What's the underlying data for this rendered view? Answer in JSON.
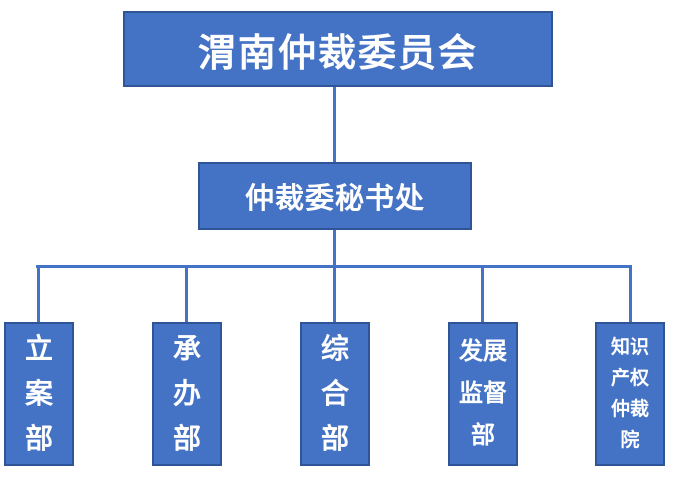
{
  "org_chart": {
    "root": {
      "label": "渭南仲裁委员会"
    },
    "secretariat": {
      "label": "仲裁委秘书处"
    },
    "departments": [
      {
        "label": "立\n案\n部"
      },
      {
        "label": "承\n办\n部"
      },
      {
        "label": "综\n合\n部"
      },
      {
        "label": "发展\n监督\n部"
      },
      {
        "label": "知识\n产权\n仲裁\n院"
      }
    ]
  },
  "colors": {
    "box_fill": "#4472C4",
    "box_border": "#2F5597",
    "connector": "#4472C4",
    "shadow": "#C3C9D8",
    "text": "#FFFFFF",
    "page_bg": "#FFFFFF"
  }
}
